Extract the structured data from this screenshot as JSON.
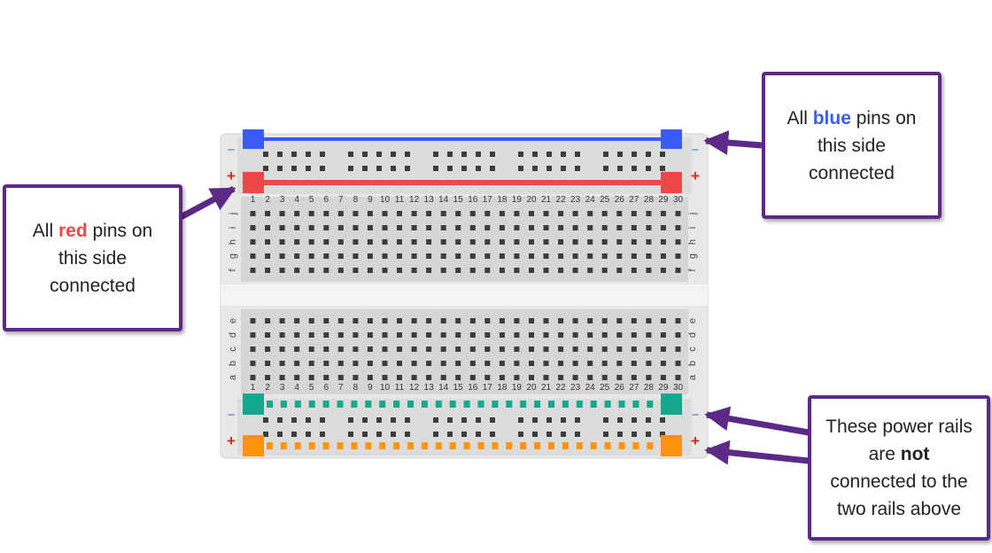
{
  "colors": {
    "blue_rail": "#3a5cf5",
    "red_rail": "#f04848",
    "teal_rail": "#14a891",
    "orange_rail": "#ff9408",
    "callout_border": "#5b2a86",
    "arrow": "#5b2a86",
    "board": "#e8e8e8",
    "hole": "#3c3c3c",
    "minus_sign": "#2d7fc9",
    "plus_sign": "#d22b1c"
  },
  "breadboard": {
    "columns": 30,
    "column_numbers_shown": [
      "1",
      "2",
      "3",
      "4",
      "5",
      "6",
      "7",
      "8",
      "9",
      "10",
      "11",
      "12",
      "13",
      "14",
      "15",
      "16",
      "17",
      "18",
      "19",
      "20",
      "21",
      "22",
      "23",
      "24",
      "25",
      "26",
      "27",
      "28",
      "29",
      "30"
    ],
    "top_row_letters": [
      "j",
      "i",
      "h",
      "g",
      "f"
    ],
    "bottom_row_letters": [
      "e",
      "d",
      "c",
      "b",
      "a"
    ],
    "minus_label": "−",
    "plus_label": "+"
  },
  "callouts": {
    "blue": {
      "pre": "All ",
      "highlight": "blue",
      "line1_post": " pins on",
      "line2": "this side",
      "line3": "connected",
      "highlight_color": "#3a5cf5"
    },
    "red": {
      "pre": "All ",
      "highlight": "red",
      "line1_post": " pins on",
      "line2": "this side",
      "line3": "connected",
      "highlight_color": "#f04848"
    },
    "rails": {
      "line1": "These power rails",
      "line2_pre": "are ",
      "line2_bold": "not",
      "line3": "connected to the",
      "line4": "two rails above"
    }
  }
}
